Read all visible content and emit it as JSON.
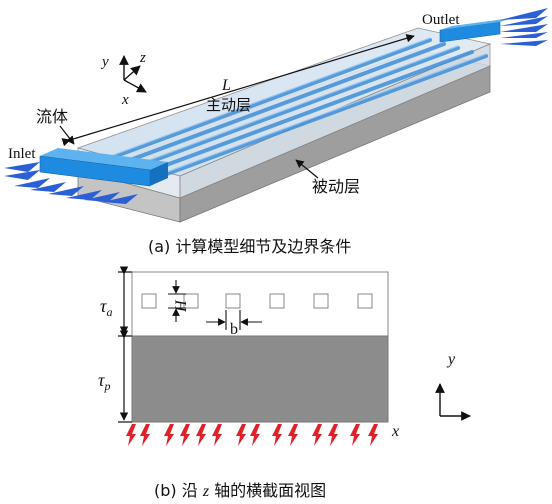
{
  "panel_a": {
    "caption": "(a) 计算模型细节及边界条件",
    "labels": {
      "outlet": "Outlet",
      "inlet": "Inlet",
      "fluid": "流体",
      "length_symbol": "L",
      "active_layer": "主动层",
      "passive_layer": "被动层"
    },
    "axes": {
      "y": "y",
      "z": "z",
      "x": "x"
    },
    "colors": {
      "channel": "#3f8fd8",
      "inlet_block": "#1f8be0",
      "arrow": "#2a5fd6",
      "body": "#b8b8b8"
    }
  },
  "panel_b": {
    "caption_prefix": "(b) 沿",
    "caption_axis": "z",
    "caption_suffix": "轴的横截面视图",
    "labels": {
      "tau": "τ",
      "sub_a": "a",
      "sub_p": "p",
      "height": "H",
      "width": "b"
    },
    "axes": {
      "y": "y",
      "x": "x"
    },
    "colors": {
      "passive": "#8c8c8c",
      "heat_arrow": "#e0202a"
    }
  }
}
